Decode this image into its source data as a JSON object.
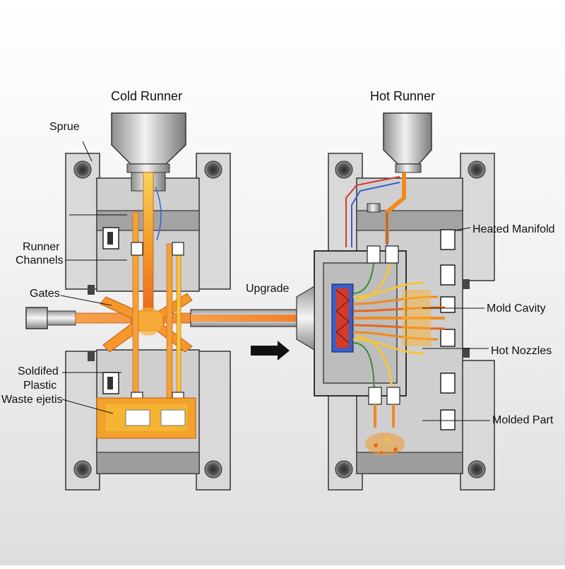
{
  "titles": {
    "left": "Cold Runner",
    "right": "Hot Runner"
  },
  "labels": {
    "sprue": "Sprue",
    "runner_channels_1": "Runner",
    "runner_channels_2": "Channels",
    "gates": "Gates",
    "upgrade": "Upgrade",
    "solidified_1": "Soldifed",
    "solidified_2": "Plastic",
    "waste": "Waste ejetis",
    "heated_manifold": "Heated Manifold",
    "mold_cavity": "Mold Cavity",
    "hot_nozzles": "Hot Nozzles",
    "molded_part": "Molded Part"
  },
  "colors": {
    "mold_gray": "#d4d4d4",
    "plate_dark": "#9c9c9c",
    "melt_orange": "#f08a1e",
    "melt_yellow": "#f7c53a",
    "outline": "#2b2b2b",
    "heater_blue": "#3a5fc8",
    "heater_red": "#d23a2a"
  }
}
